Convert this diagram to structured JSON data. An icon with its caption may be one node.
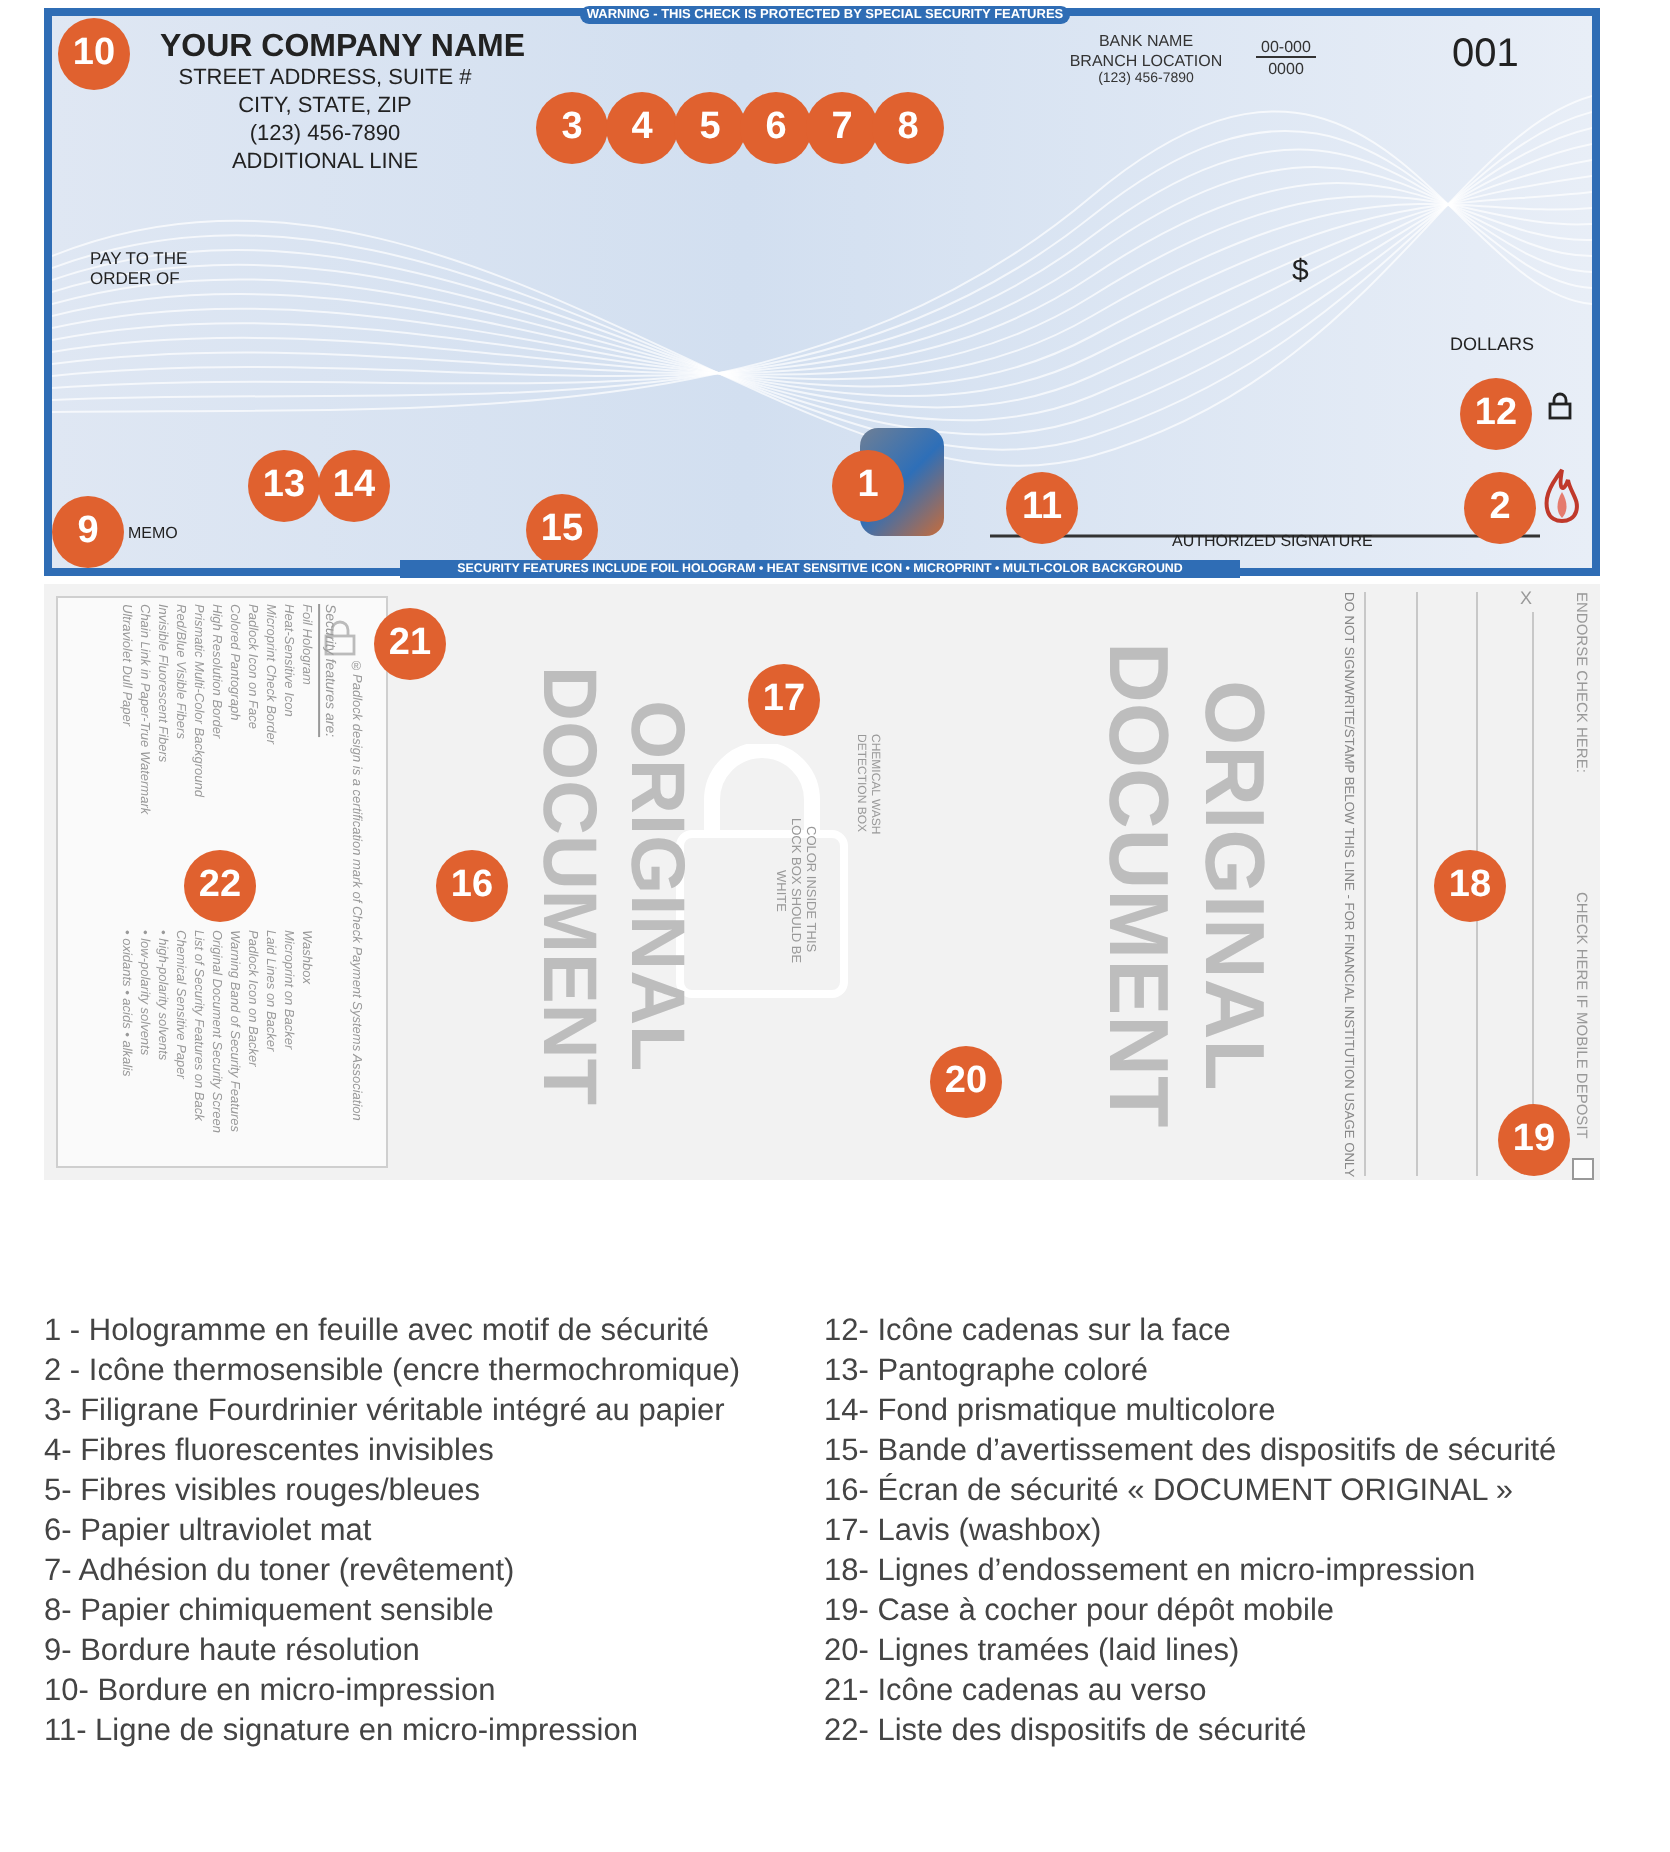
{
  "diagram": {
    "labels": [
      "WARNING - THIS CHECK IS PROTECTED BY SPECIAL SECURITY FEATURES",
      "10",
      "YOUR COMPANY NAME",
      "STREET ADDRESS, SUITE #",
      "CITY, STATE, ZIP",
      "(123) 456-7890",
      "ADDITIONAL LINE",
      "BANK NAME",
      "BRANCH LOCATION",
      "(123) 456-7890",
      "00-000",
      "0000",
      "001",
      "3",
      "4",
      "5",
      "6",
      "7",
      "8",
      "PAY TO THE ORDER OF",
      "$",
      "DOLLARS",
      "12",
      "13",
      "14",
      "1",
      "11",
      "2",
      "9",
      "MEMO",
      "15",
      "AUTHORIZED SIGNATURE",
      "SECURITY FEATURES INCLUDE FOIL HOLOGRAM • HEAT SENSITIVE ICON • MICROPRINT • MULTI-COLOR BACKGROUND",
      "21",
      "®Padlock design is a certification mark of Check Payment Systems Association",
      "Security features are:",
      "Foil Hologram",
      "Heat-Sensitive Icon",
      "Microprint Check Border",
      "Padlock Icon on Face",
      "Colored Pantograph",
      "High Resolution Border",
      "Prismatic Multi-Color Background",
      "Red/Blue Visible Fibers",
      "Invisible Fluorescent Fibers",
      "Chain Link in Paper-True Watermark",
      "Ultraviolet Dull Paper",
      "Washbox",
      "Microprint on Backer",
      "Laid Lines on Backer",
      "Padlock Icon on Backer",
      "Warning Band of Security Features",
      "Original Document Security Screen",
      "List of Security Features on Back",
      "Chemical Sensitive Paper",
      "• high-polarity solvents",
      "• low-polarity solvents",
      "• oxidants • acids • alkalis",
      "22",
      "ORIGINAL DOCUMENT",
      "16",
      "COLOR INSIDE THIS LOCK BOX SHOULD BE WHITE",
      "17",
      "CHEMICAL WASH DETECTION BOX",
      "ORIGINAL DOCUMENT",
      "20",
      "DO NOT SIGN/WRITE/STAMP BELOW THIS LINE - FOR FINANCIAL INSTITUTION USAGE ONLY",
      "18",
      "ENDORSE CHECK HERE:",
      "X",
      "CHECK HERE IF MOBILE DEPOSIT",
      "19",
      "1 - Hologramme en feuille avec motif de sécurité",
      "2 - Icône thermosensible (encre thermochromique)",
      "3- Filigrane Fourdrinier véritable intégré au papier",
      "4- Fibres fluorescentes invisibles",
      "5- Fibres visibles rouges/bleues",
      "6- Papier ultraviolet mat",
      "7- Adhésion du toner (revêtement)",
      "8- Papier chimiquement sensible",
      "9- Bordure haute résolution",
      "10- Bordure en micro-impression",
      "11- Ligne de signature en micro-impression",
      "12- Icône cadenas sur la face",
      "13- Pantographe coloré",
      "14- Fond prismatique multicolore",
      "15- Bande d’avertissement des dispositifs de sécurité",
      "16- Écran de sécurité « DOCUMENT ORIGINAL »",
      "17- Lavis (washbox)",
      "18- Lignes d’endossement en micro-impression",
      "19- Case à cocher pour dépôt mobile",
      "20- Lignes tramées (laid lines)",
      "21- Icône cadenas au verso",
      "22- Liste des dispositifs de sécurité"
    ]
  }
}
